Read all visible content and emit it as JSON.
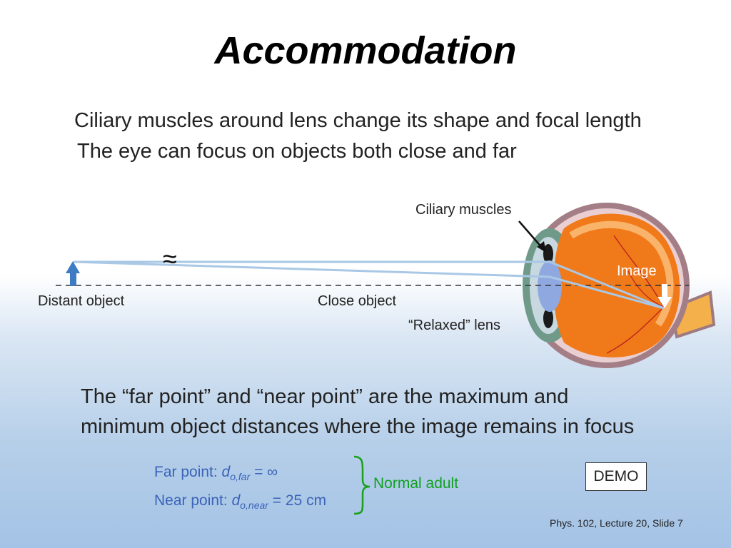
{
  "slide": {
    "title": "Accommodation",
    "bullets": [
      "Ciliary muscles around lens change its shape and focal length",
      "The eye can focus on objects both close and far"
    ],
    "labels": {
      "ciliary_muscles": "Ciliary muscles",
      "image": "Image",
      "distant_object": "Distant object",
      "close_object": "Close object",
      "relaxed_lens": "“Relaxed” lens",
      "approx_symbol": "≈"
    },
    "far_near_text": [
      "The “far point” and “near point” are the maximum and",
      "minimum object distances where the image remains in focus"
    ],
    "far_point": {
      "prefix": "Far point:  ",
      "symbol": "d",
      "subscript": "o,far",
      "value": " = ∞"
    },
    "near_point": {
      "prefix": "Near point: ",
      "symbol": "d",
      "subscript": "o,near",
      "value": " = 25 cm"
    },
    "normal_adult": "Normal adult",
    "demo": "DEMO",
    "footer": "Phys. 102, Lecture 20, Slide 7"
  },
  "colors": {
    "ray": "#a9c8e6",
    "arrow": "#3d7cc2",
    "eye_orange": "#f07a1a",
    "eye_rim": "#9d7a82",
    "lens": "#8fa9e0",
    "brace": "#1aa01a",
    "text_blue": "#3b63b8"
  }
}
